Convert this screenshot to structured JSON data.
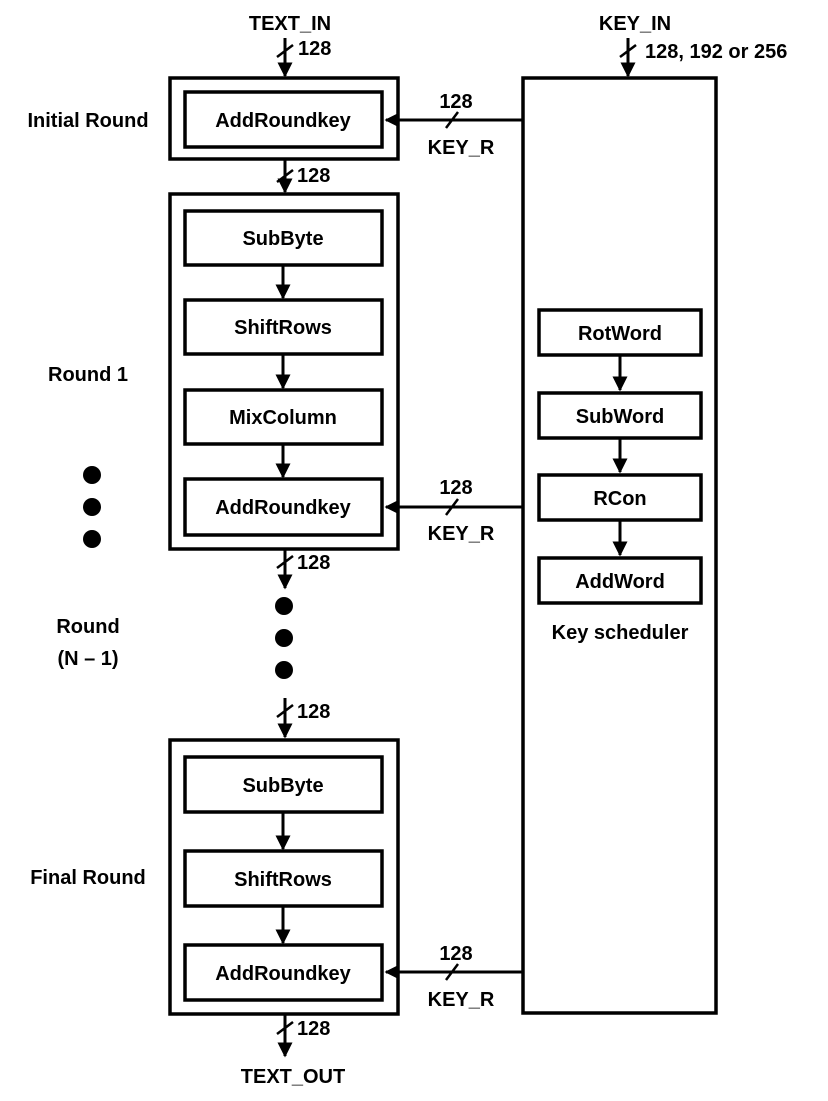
{
  "inputs": {
    "text_in": "TEXT_IN",
    "key_in": "KEY_IN",
    "text_out": "TEXT_OUT",
    "text_width": "128",
    "key_width": "128, 192 or 256"
  },
  "rounds": {
    "initial_label": "Initial Round",
    "round1_label": "Round 1",
    "round_n1_line1": "Round",
    "round_n1_line2": "(N – 1)",
    "final_label": "Final Round"
  },
  "steps": {
    "add_round_key": "AddRoundkey",
    "sub_byte": "SubByte",
    "shift_rows": "ShiftRows",
    "mix_column": "MixColumn"
  },
  "key_scheduler": {
    "label": "Key scheduler",
    "rot_word": "RotWord",
    "sub_word": "SubWord",
    "rcon": "RCon",
    "add_word": "AddWord"
  },
  "round_key": {
    "label": "KEY_R",
    "width": "128"
  }
}
